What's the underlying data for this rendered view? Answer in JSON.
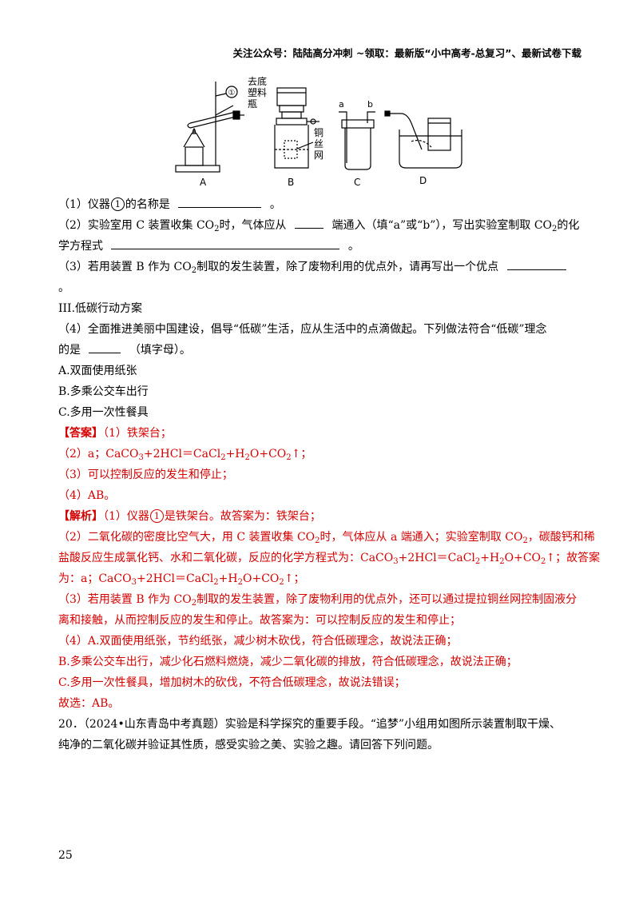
{
  "header": {
    "text": "关注公众号：陆陆高分冲刺 ~领取：最新版“小中高考-总复习”、最新试卷下载"
  },
  "figure": {
    "label_circle": "①",
    "label_b_side": [
      "去底",
      "塑料",
      "瓶"
    ],
    "label_wire": [
      "铜",
      "丝",
      "网"
    ],
    "label_a": "a",
    "label_b": "b",
    "captions": [
      "A",
      "B",
      "C",
      "D"
    ]
  },
  "q1": {
    "prefix": "（1）仪器",
    "num": "1",
    "suffix": "的名称是",
    "end": "。"
  },
  "q2": {
    "p1": "（2）实验室用 C 装置收集 CO",
    "p1_sub": "2",
    "p2": "时，气体应从",
    "p3": "端通入（填“a”或“b”），写出实验室制取 CO",
    "p3_sub": "2",
    "p4": "的化",
    "line2": "学方程式",
    "end": "。"
  },
  "q3": {
    "p1": "（3）若用装置 B 作为 CO",
    "p1_sub": "2",
    "p2": "制取的发生装置，除了废物利用的优点外，请再写出一个优点",
    "end": "。"
  },
  "section": "III.低碳行动方案",
  "q4": {
    "line1": "（4）全面推进美丽中国建设，倡导“低碳”生活，应从生活中的点滴做起。下列做法符合“低碳”理念",
    "line2a": "的是",
    "line2b": "（填字母）。",
    "options": [
      "A.双面使用纸张",
      "B.多乘公交车出行",
      "C.多用一次性餐具"
    ]
  },
  "answer": {
    "tag": "【答案】",
    "a1": "（1）铁架台；",
    "a2_prefix": "（2）a；CaCO",
    "a2_mid1": "+2HCl＝CaCl",
    "a2_mid2": "+H",
    "a2_mid3": "O+CO",
    "a2_end": "↑；",
    "a3": "（3）可以控制反应的发生和停止；",
    "a4": "（4）AB。"
  },
  "analysis": {
    "tag": "【解析】",
    "e1_a": "（1）仪器",
    "e1_num": "1",
    "e1_b": "是铁架台。故答案为：铁架台；",
    "e2_l1a": "（2）二氧化碳的密度比空气大，用 C 装置收集 CO",
    "e2_l1b": "时，气体应从 a 端通入；实验室制取 CO",
    "e2_l1c": "，碳酸钙和稀",
    "e2_l2a": "盐酸反应生成氯化钙、水和二氧化碳，反应的化学方程式为：CaCO",
    "e2_l2b": "+2HCl＝CaCl",
    "e2_l2c": "+H",
    "e2_l2d": "O+CO",
    "e2_l2e": "↑；故答案",
    "e2_l3a": "为：a；CaCO",
    "e2_l3b": "+2HCl＝CaCl",
    "e2_l3c": "+H",
    "e2_l3d": "O+CO",
    "e2_l3e": "↑；",
    "e3_l1a": "（3）若用装置 B 作为 CO",
    "e3_l1b": "制取的发生装置，除了废物利用的优点外，还可以通过提拉铜丝网控制固液分",
    "e3_l2": "离和接触，从而控制反应的发生和停止。故答案为：可以控制反应的发生和停止；",
    "e4_a": "（4）A.双面使用纸张，节约纸张，减少树木砍伐，符合低碳理念，故说法正确；",
    "e4_b": "B.多乘公交车出行，减少化石燃料燃烧，减少二氧化碳的排放，符合低碳理念，故说法正确；",
    "e4_c": "C.多用一次性餐具，增加树木的砍伐，不符合低碳理念，故说法错误；",
    "e4_end": "故选：AB。"
  },
  "q20": {
    "line1": "20．（2024•山东青岛中考真题）实验是科学探究的重要手段。“追梦”小组用如图所示装置制取干燥、",
    "line2": "纯净的二氧化碳并验证其性质，感受实验之美、实验之趣。请回答下列问题。"
  },
  "page_number": "25"
}
